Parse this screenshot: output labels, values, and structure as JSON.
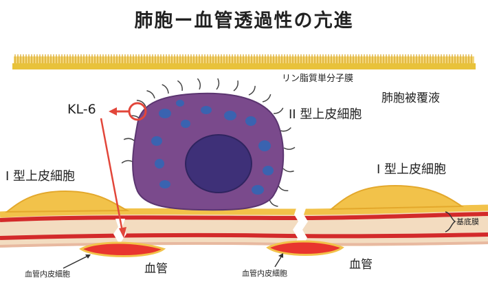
{
  "title": "肺胞ー血管透過性の亢進",
  "labels": {
    "lipid_monolayer": "リン脂質単分子膜",
    "alveolar_lining_fluid": "肺胞被覆液",
    "kl6": "KL-6",
    "type2_cell": "II 型上皮細胞",
    "type1_cell_left": "I 型上皮細胞",
    "type1_cell_right": "I 型上皮細胞",
    "basement_membrane": "基底膜",
    "vessel_left": "血管",
    "vessel_right": "血管",
    "endothelial_left": "血管内皮細胞",
    "endothelial_right": "血管内皮細胞"
  },
  "colors": {
    "surfactant_stripe": "#e8c23a",
    "surfactant_line": "#d9a521",
    "type2_cell_body": "#7a4a8c",
    "type2_nucleus": "#3e3078",
    "granules": "#3a63b0",
    "type1_cell": "#f2c24a",
    "membrane_red": "#d32a2a",
    "membrane_tan": "#f3dcc0",
    "vessel_red": "#e8352e",
    "arrow_red": "#e2463a"
  }
}
